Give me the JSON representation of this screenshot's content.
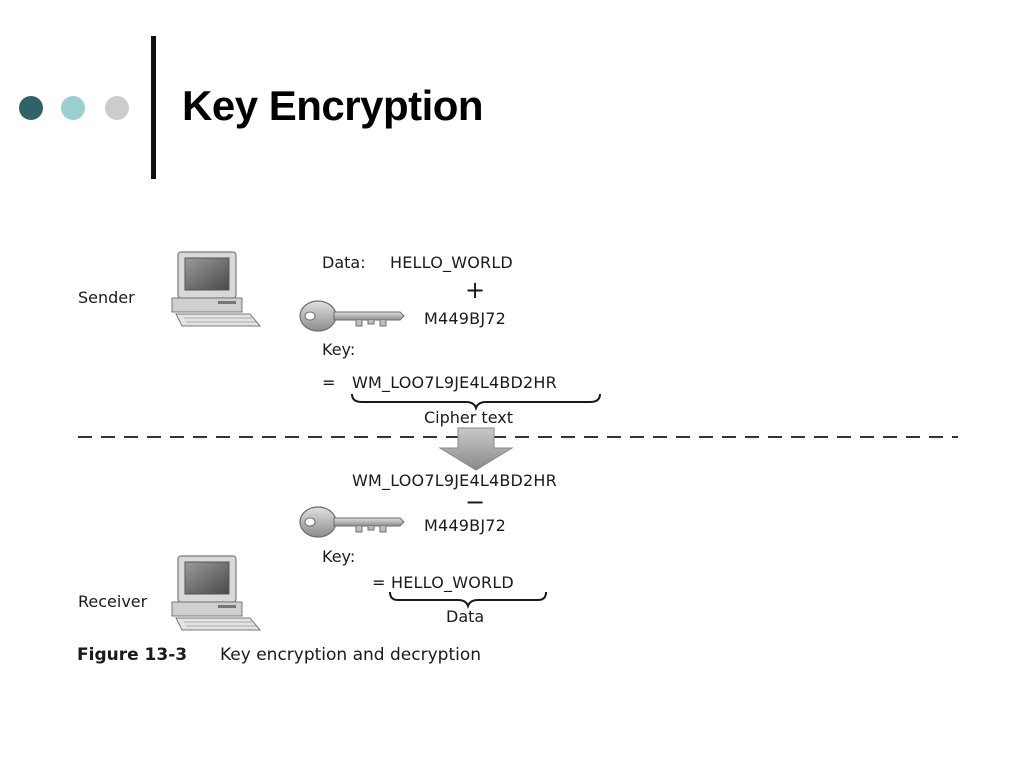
{
  "slide": {
    "title": "Key Encryption",
    "decor_dot_colors": [
      "#2e6468",
      "#9ccfcf",
      "#cccccc"
    ]
  },
  "figure": {
    "sender": {
      "label": "Sender",
      "data_prefix": "Data:",
      "data_value": "HELLO_WORLD",
      "operator": "+",
      "key_value": "M449BJ72",
      "key_label": "Key:",
      "equals": "=",
      "result": "WM_LOO7L9JE4L4BD2HR",
      "result_caption": "Cipher text"
    },
    "receiver": {
      "label": "Receiver",
      "cipher_value": "WM_LOO7L9JE4L4BD2HR",
      "operator": "−",
      "key_value": "M449BJ72",
      "key_label": "Key:",
      "equals": "=",
      "result": "HELLO_WORLD",
      "result_caption": "Data"
    },
    "caption_number": "Figure 13-3",
    "caption_text": "Key encryption and decryption"
  }
}
